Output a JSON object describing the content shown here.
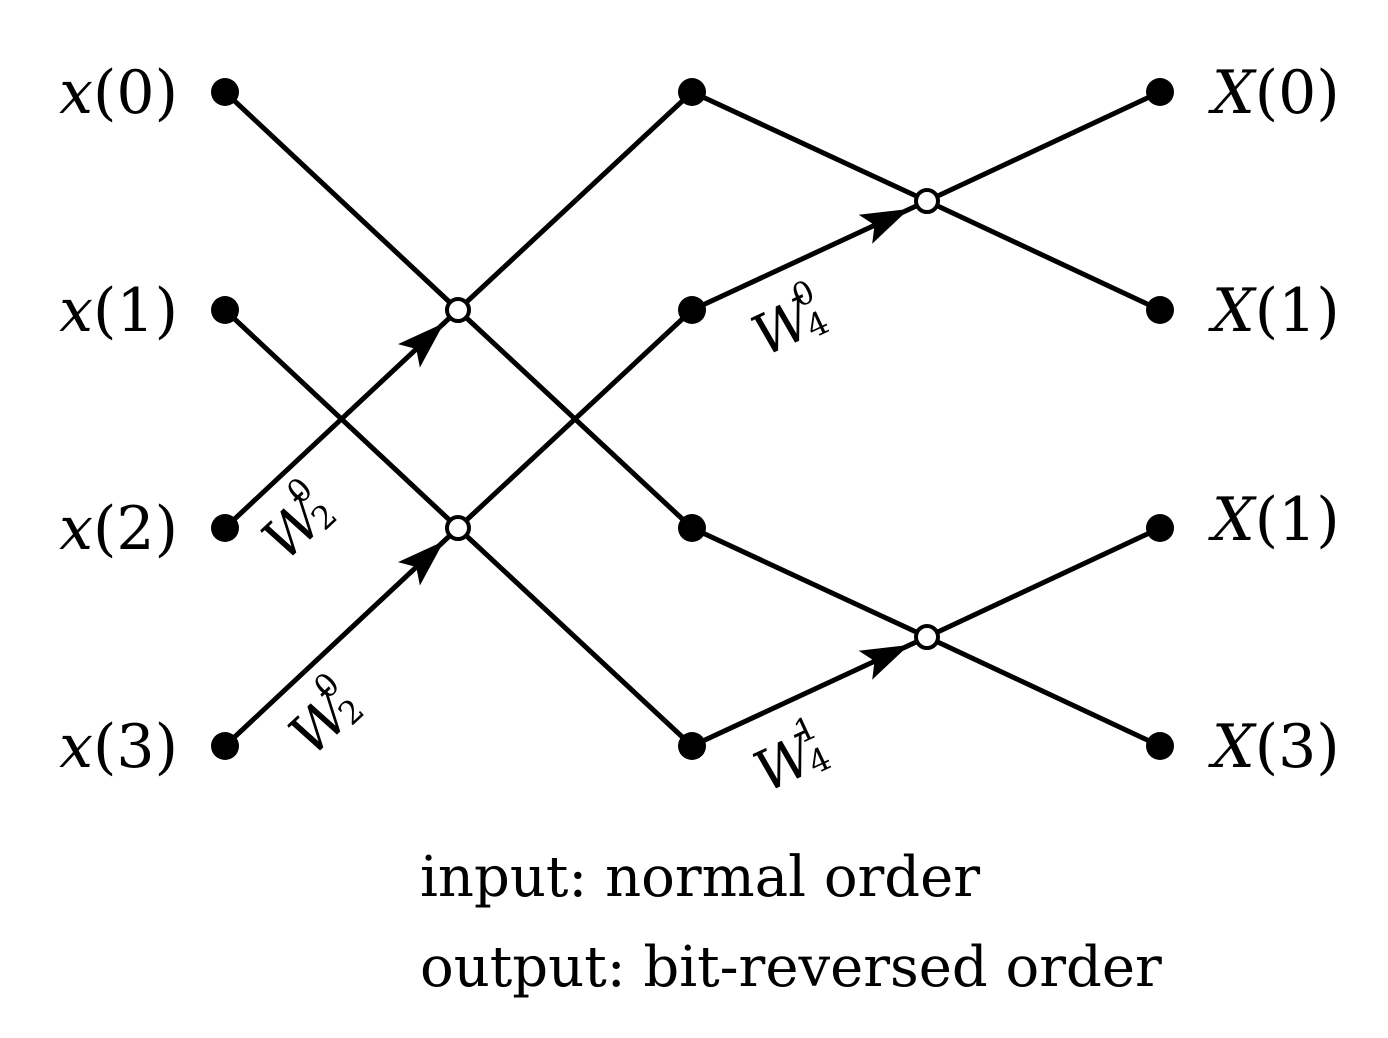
{
  "inputs": [
    {
      "var": "x",
      "index": "(0)"
    },
    {
      "var": "x",
      "index": "(1)"
    },
    {
      "var": "x",
      "index": "(2)"
    },
    {
      "var": "x",
      "index": "(3)"
    }
  ],
  "outputs": [
    {
      "var": "X",
      "index": "(0)"
    },
    {
      "var": "X",
      "index": "(1)"
    },
    {
      "var": "X",
      "index": "(1)"
    },
    {
      "var": "X",
      "index": "(3)"
    }
  ],
  "twiddles": {
    "stage1_top": {
      "base": "W",
      "sup": "0",
      "sub": "2"
    },
    "stage1_bottom": {
      "base": "W",
      "sup": "0",
      "sub": "2"
    },
    "stage2_top": {
      "base": "W",
      "sup": "0",
      "sub": "4"
    },
    "stage2_bottom": {
      "base": "W",
      "sup": "1",
      "sub": "4"
    }
  },
  "caption": {
    "line1": "input: normal order",
    "line2": "output: bit-reversed order"
  }
}
